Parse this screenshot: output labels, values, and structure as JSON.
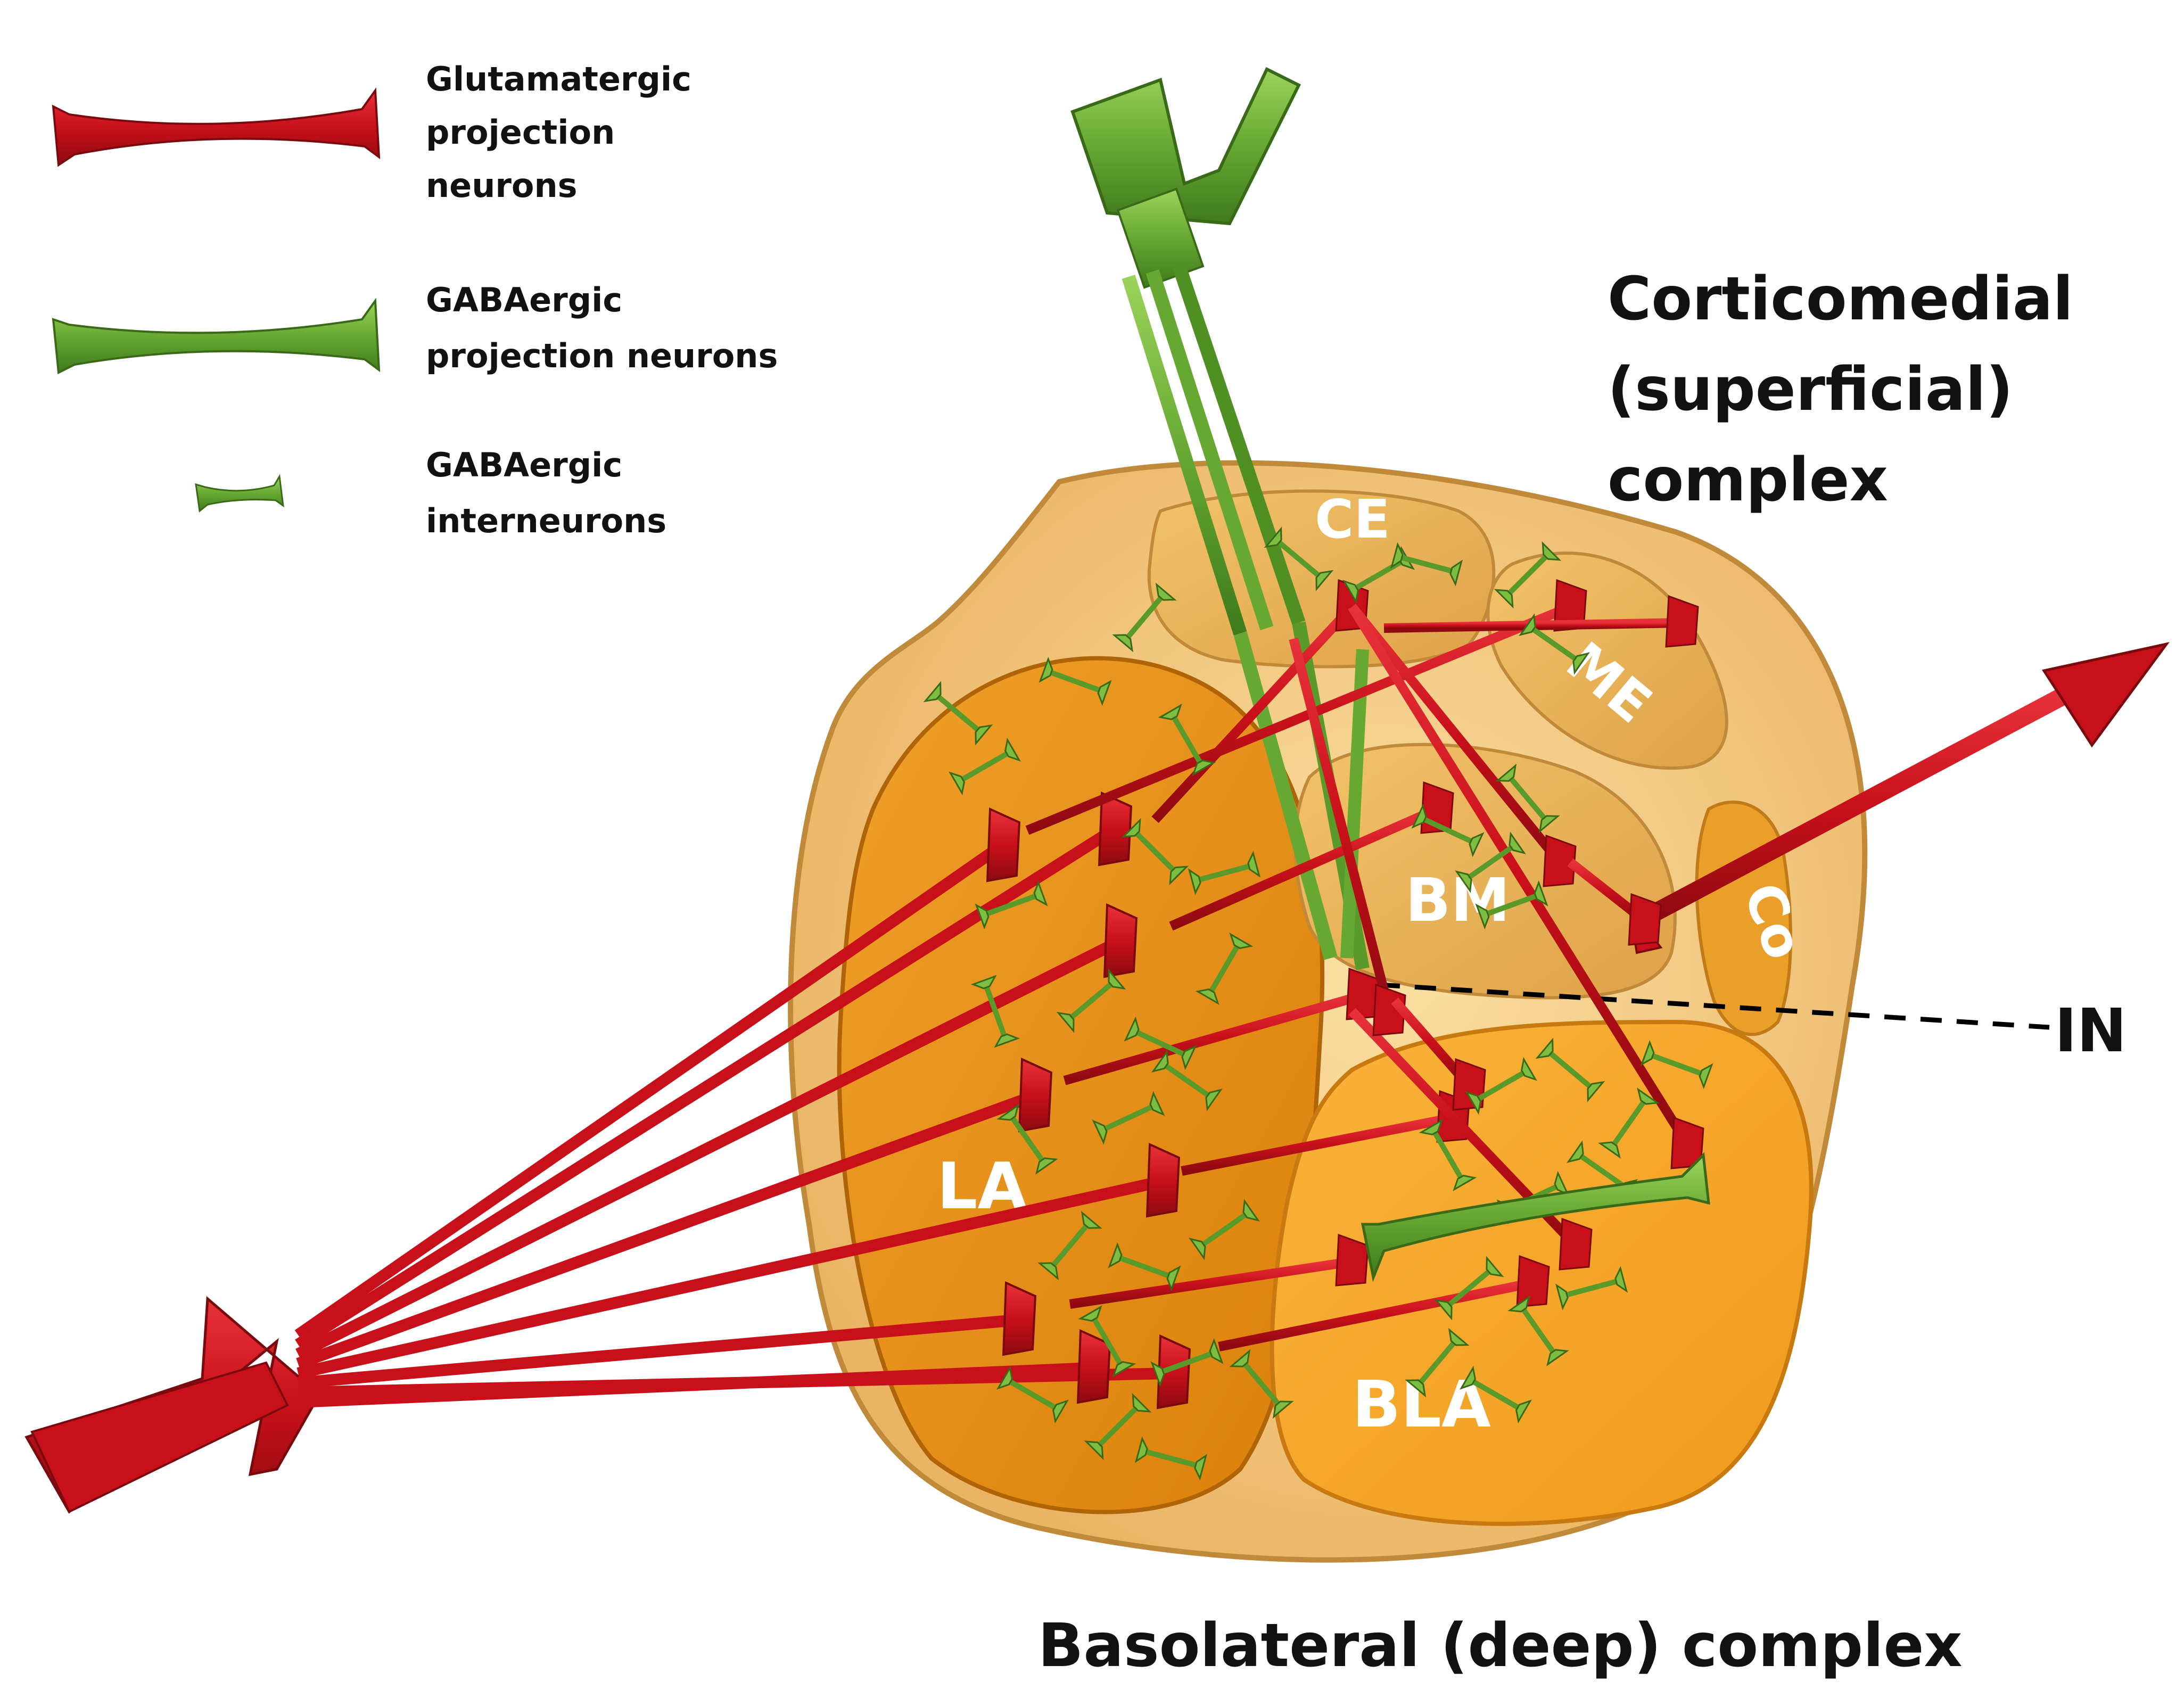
{
  "legend": {
    "items": [
      {
        "id": "glutamatergic",
        "lines": [
          "Glutamatergic",
          "projection",
          "neurons"
        ],
        "color": "#c8101a"
      },
      {
        "id": "gaba-projection",
        "lines": [
          "GABAergic",
          "projection neurons"
        ],
        "color": "#66a832"
      },
      {
        "id": "gaba-interneuron",
        "lines": [
          "GABAergic",
          "interneurons"
        ],
        "color": "#66a832"
      }
    ]
  },
  "labels": {
    "corticomedial": [
      "Corticomedial",
      "(superficial)",
      "complex"
    ],
    "basolateral": "Basolateral (deep) complex",
    "in": "IN"
  },
  "nuclei": {
    "ce": "CE",
    "me": "ME",
    "bm": "BM",
    "co": "Co",
    "la": "LA",
    "bla": "BLA"
  },
  "colors": {
    "glutamatergic": "#c8101a",
    "gabaergic": "#66a832",
    "outer_body": "#f3c97a",
    "la_fill": "#e8900f",
    "bla_fill": "#f6a324",
    "small_nucleus_fill": "#e9b458"
  }
}
